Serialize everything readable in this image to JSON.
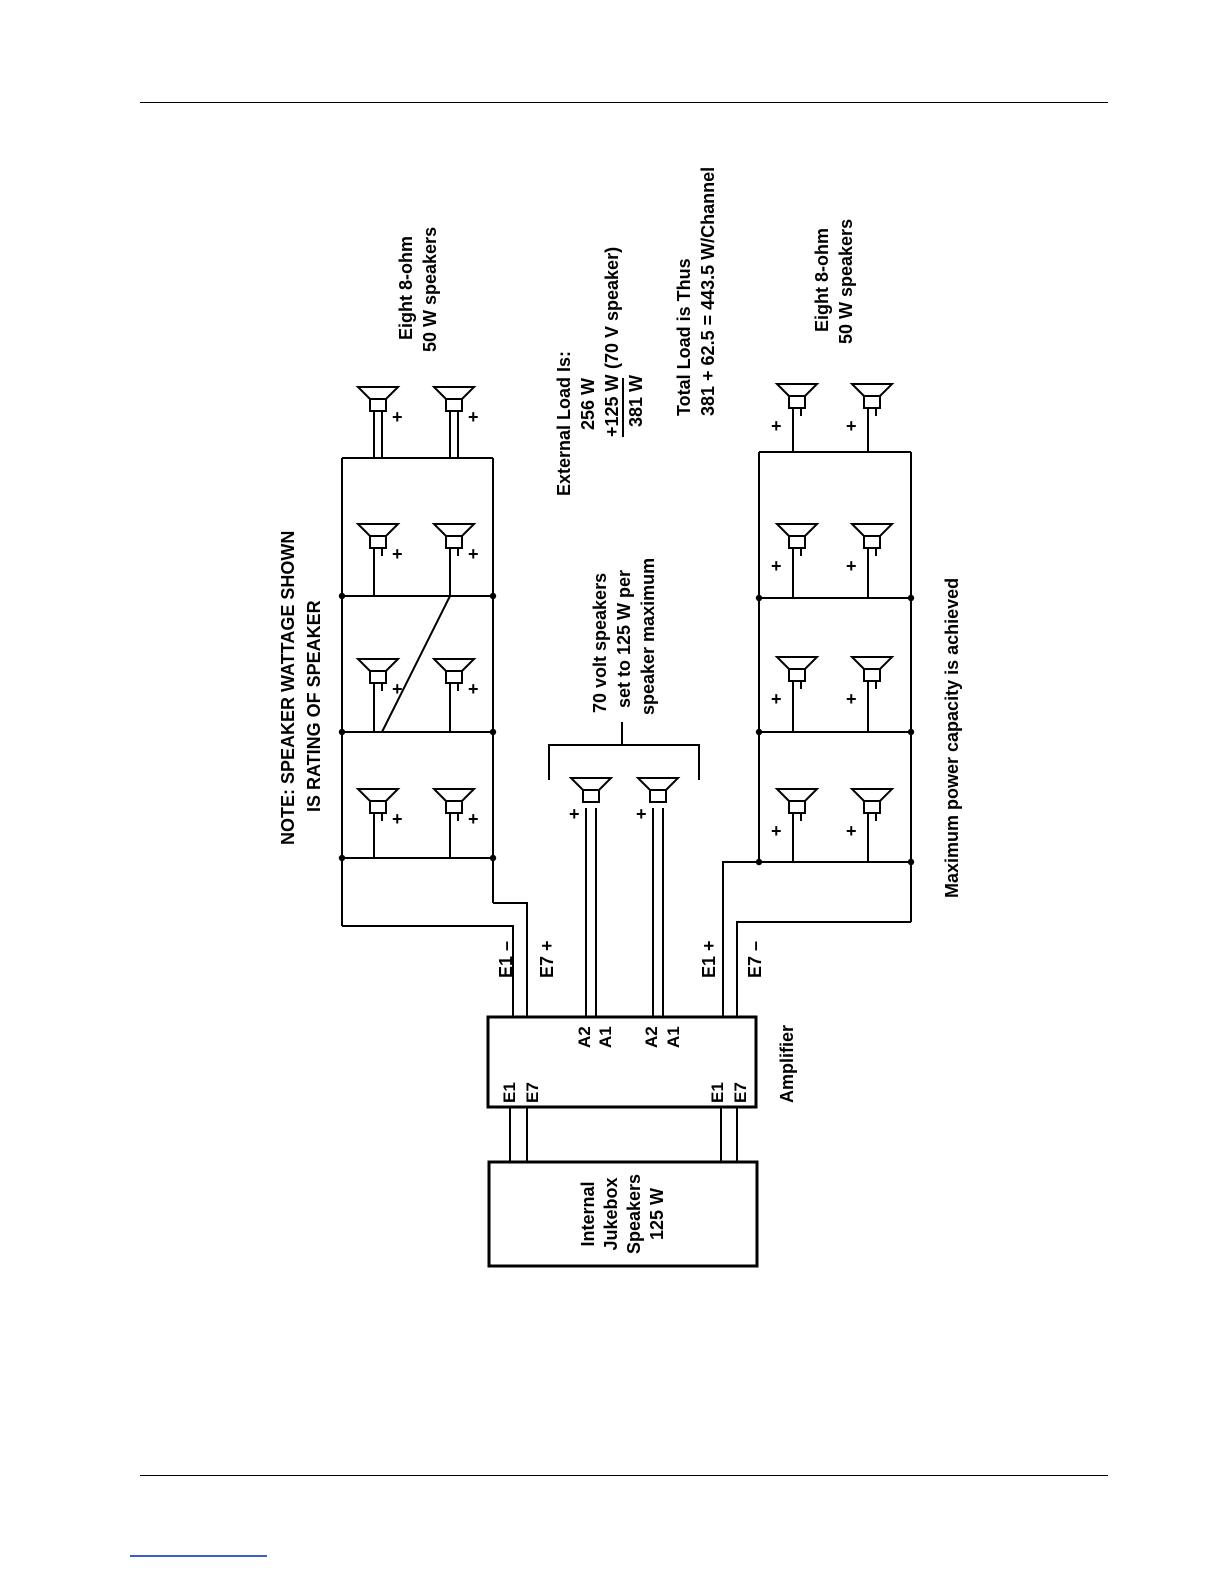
{
  "colors": {
    "ink": "#000000",
    "footer_link": "#3a5fcd"
  },
  "note": {
    "line1": "NOTE:  SPEAKER WATTAGE SHOWN",
    "line2": "IS RATING OF SPEAKER"
  },
  "group_top": {
    "line1": "Eight 8-ohm",
    "line2": "50 W speakers"
  },
  "group_bottom": {
    "line1": "Eight 8-ohm",
    "line2": "50 W speakers"
  },
  "external_load": {
    "title": "External Load Is:",
    "line1": "256 W",
    "line2_value": "+125 W",
    "line2_note": "(70 V speaker)",
    "line3": "381 W"
  },
  "total_load": {
    "line1": "Total Load is Thus",
    "line2": "381 + 62.5 = 443.5 W/Channel"
  },
  "seventy_volt": {
    "line1": "70 volt speakers",
    "line2": "set to 125 W per",
    "line3": "speaker maximum"
  },
  "max_power": "Maximum power capacity is achieved",
  "amplifier": {
    "label": "Amplifier",
    "left_terminals": [
      "E1",
      "E7",
      "E1",
      "E7"
    ],
    "right_terminals": [
      "A2",
      "A1",
      "A2",
      "A1"
    ]
  },
  "jukebox": {
    "line1": "Internal",
    "line2": "Jukebox",
    "line3": "Speakers",
    "line4": "125 W"
  },
  "wire_labels": [
    "E1 –",
    "E7 +",
    "E1 +",
    "E7 –"
  ],
  "plus_sign": "+"
}
